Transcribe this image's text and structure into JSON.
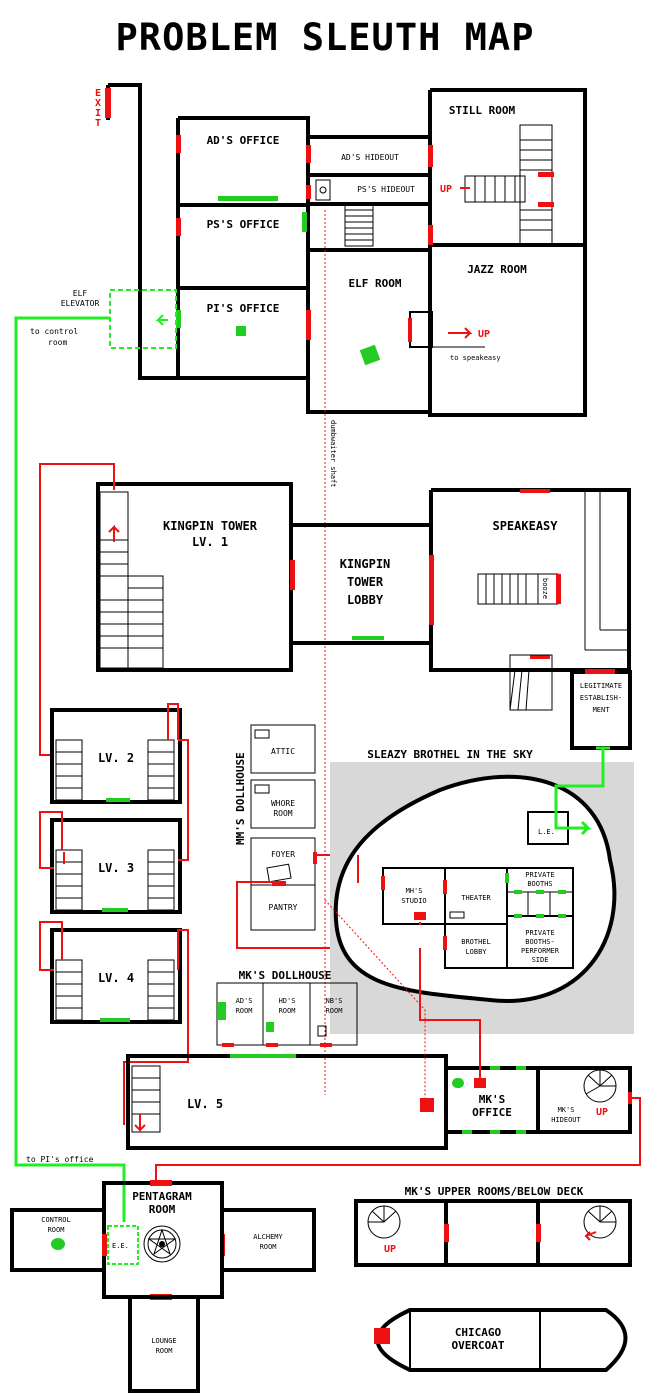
{
  "title": "PROBLEM SLEUTH MAP",
  "colors": {
    "wall": "#000000",
    "door": "#ee1111",
    "passage": "#22cc22",
    "sky_area": "#d8d8d8"
  },
  "labels": {
    "exit": "EXIT",
    "ads_office": "AD'S OFFICE",
    "ps_office": "PS'S OFFICE",
    "pi_office": "PI'S OFFICE",
    "ad_hideout": "AD'S HIDEOUT",
    "ps_hideout": "PS'S HIDEOUT",
    "still_room": "STILL ROOM",
    "jazz_room": "JAZZ ROOM",
    "elf_room": "ELF ROOM",
    "elf_elevator_1": "ELF",
    "elf_elevator_2": "ELEVATOR",
    "to_control_1": "to control",
    "to_control_2": "room",
    "to_speakeasy": "to speakeasy",
    "up": "UP",
    "dumbwaiter": "dumbwaiter shaft",
    "kingpin_tower_1": "KINGPIN TOWER",
    "kingpin_tower_2": "LV. 1",
    "lobby_1": "KINGPIN",
    "lobby_2": "TOWER",
    "lobby_3": "LOBBY",
    "speakeasy": "SPEAKEASY",
    "booze": "booze",
    "legit_1": "LEGITIMATE",
    "legit_2": "ESTABLISH-",
    "legit_3": "MENT",
    "lv2": "LV. 2",
    "lv3": "LV. 3",
    "lv4": "LV. 4",
    "lv5": "LV. 5",
    "mm_dollhouse": "MM'S DOLLHOUSE",
    "attic": "ATTIC",
    "whore_1": "WHORE",
    "whore_2": "ROOM",
    "foyer": "FOYER",
    "pantry": "PANTRY",
    "sleazy": "SLEAZY BROTHEL IN THE SKY",
    "le": "L.E.",
    "mh_1": "MH'S",
    "mh_2": "STUDIO",
    "theater": "THEATER",
    "brothel_1": "BROTHEL",
    "brothel_2": "LOBBY",
    "private_1": "PRIVATE",
    "private_2": "BOOTHS",
    "pb_1": "PRIVATE",
    "pb_2": "BOOTHS-",
    "pb_3": "PERFORMER",
    "pb_4": "SIDE",
    "mk_dollhouse": "MK'S DOLLHOUSE",
    "ad_room_1": "AD'S",
    "ad_room_2": "ROOM",
    "hd_room_1": "HD'S",
    "hd_room_2": "ROOM",
    "nb_room_1": "NB'S",
    "nb_room_2": "ROOM",
    "mk_office_1": "MK'S",
    "mk_office_2": "OFFICE",
    "mk_hideout_1": "MK'S",
    "mk_hideout_2": "HIDEOUT",
    "to_pi": "to PI's office",
    "pentagram_1": "PENTAGRAM",
    "pentagram_2": "ROOM",
    "ee": "E.E.",
    "control_1": "CONTROL",
    "control_2": "ROOM",
    "alchemy_1": "ALCHEMY",
    "alchemy_2": "ROOM",
    "lounge_1": "LOUNGE",
    "lounge_2": "ROOM",
    "mk_upper": "MK'S UPPER ROOMS/BELOW DECK",
    "chicago_1": "CHICAGO",
    "chicago_2": "OVERCOAT"
  }
}
